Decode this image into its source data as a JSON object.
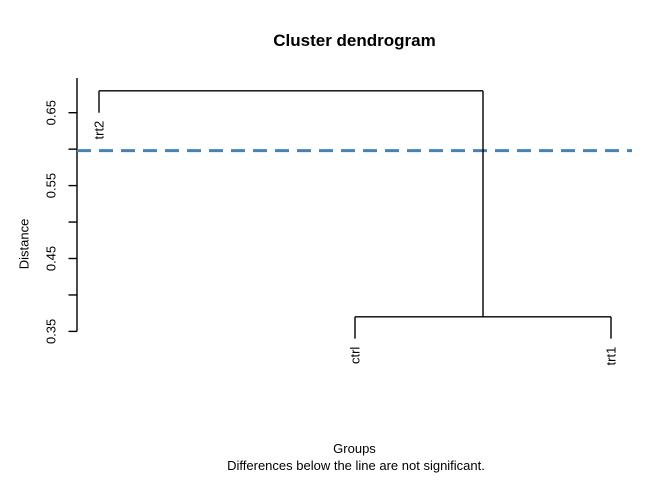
{
  "chart_data": {
    "type": "dendrogram",
    "title": "Cluster dendrogram",
    "ylabel": "Distance",
    "xlabel": "Groups",
    "subtitle": "Differences below the line are not significant.",
    "leaf_order": [
      "trt2",
      "ctrl",
      "trt1"
    ],
    "tree": {
      "height": 0.68,
      "children": [
        {
          "leaf": "trt2",
          "hang_to": 0.65
        },
        {
          "height": 0.37,
          "children": [
            {
              "leaf": "ctrl",
              "hang_to": 0.34
            },
            {
              "leaf": "trt1",
              "hang_to": 0.34
            }
          ]
        }
      ]
    },
    "merge_heights": [
      0.37,
      0.68
    ],
    "reference_line": {
      "value": 0.598,
      "style": "dashed",
      "color": "#4682B4",
      "width": 3
    },
    "y_axis": {
      "ticks": [
        0.35,
        0.4,
        0.45,
        0.5,
        0.55,
        0.6,
        0.65
      ],
      "labeled_ticks": [
        0.35,
        0.45,
        0.55,
        0.65
      ],
      "range_shown": [
        0.34,
        0.7
      ],
      "grid": false
    },
    "line_color": "#000000",
    "background_color": "#ffffff",
    "legend": "none"
  }
}
